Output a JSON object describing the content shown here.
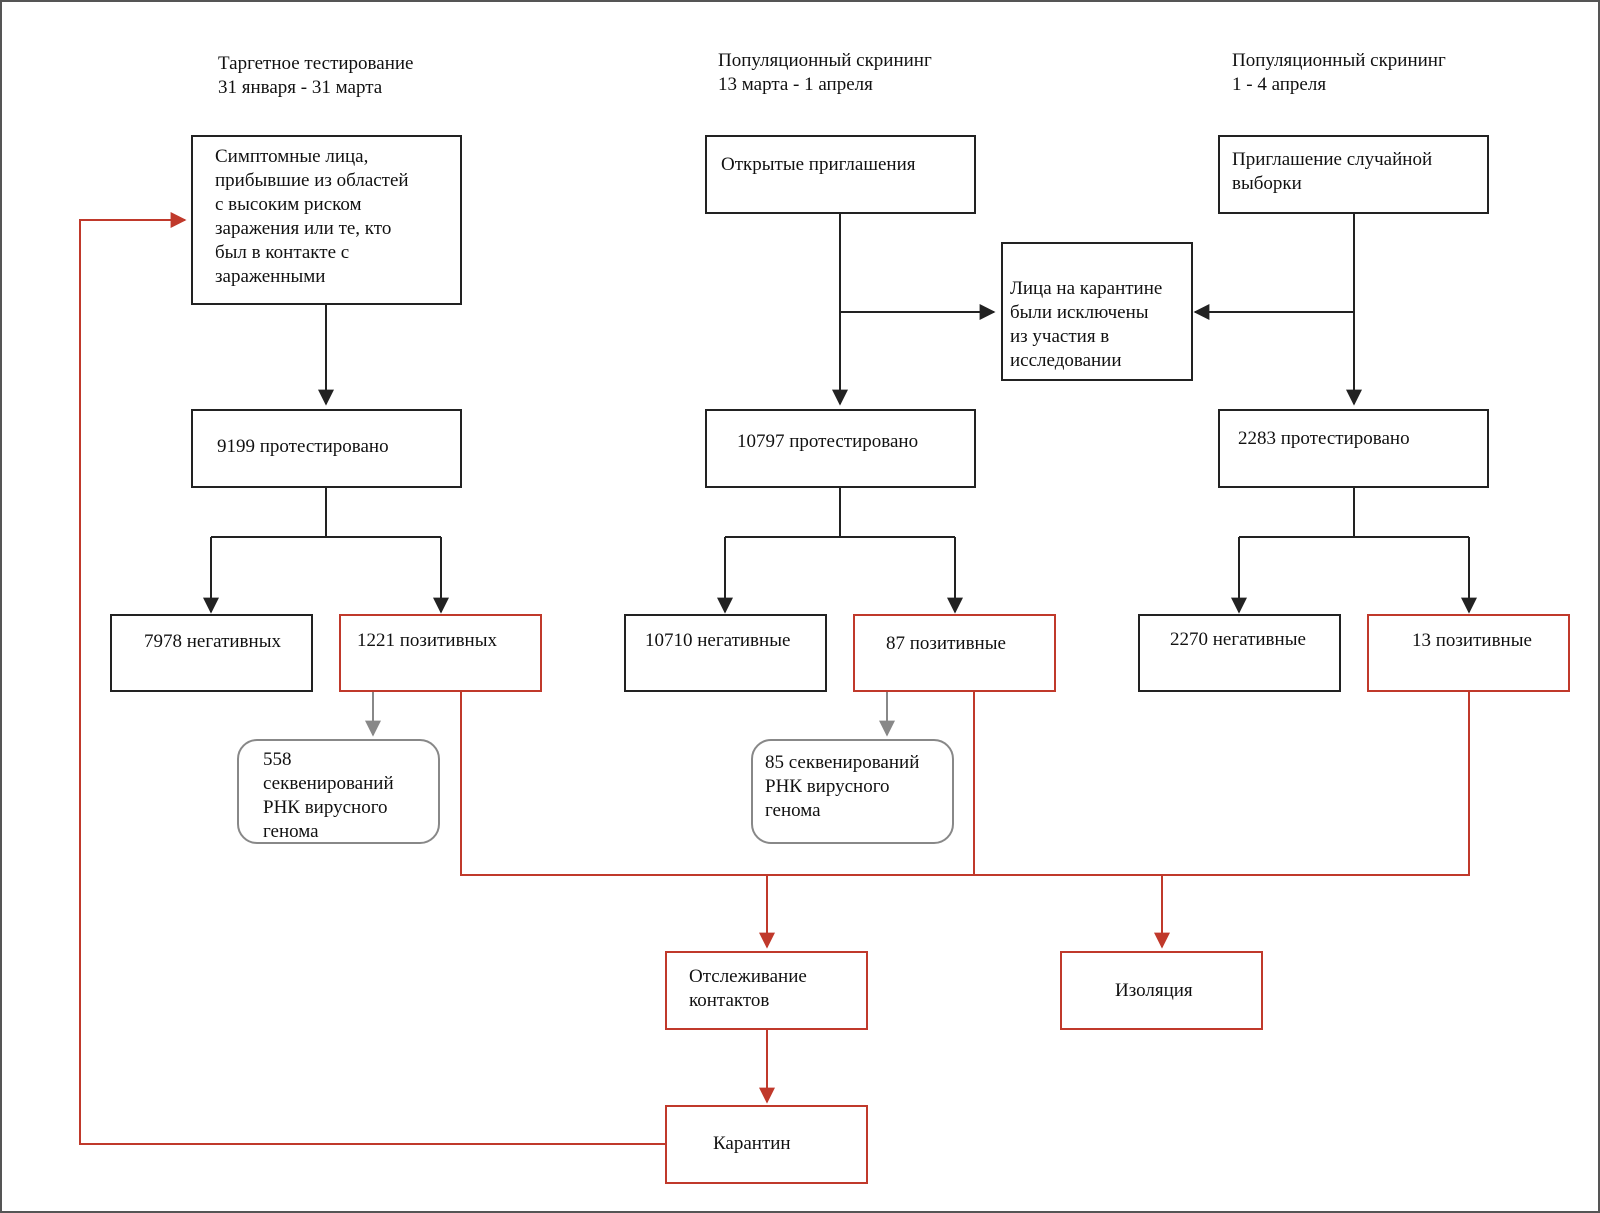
{
  "headers": {
    "targeted": {
      "title": "Таргетное тестирование",
      "dates": "31 января - 31 марта"
    },
    "screening_open": {
      "title": "Популяционный скрининг",
      "dates": "13 марта - 1 апреля"
    },
    "screening_random": {
      "title": "Популяционный скрининг",
      "dates": "1 - 4 апреля"
    }
  },
  "boxes": {
    "symptomatic": "Симптомные лица,\nприбывшие из областей\nс высоким риском\nзаражения или те, кто\nбыл в контакте с\nзараженными",
    "open_invitations": "Открытые приглашения",
    "random_invitation": "Приглашение случайной\nвыборки",
    "quarantined_excluded": "Лица на карантине\nбыли исключены\nиз участия в\nисследовании",
    "tested_1": "9199 протестировано",
    "tested_2": "10797 протестировано",
    "tested_3": "2283 протестировано",
    "negative_1": "7978 негативных",
    "positive_1": "1221 позитивных",
    "negative_2": "10710 негативные",
    "positive_2": "87 позитивные",
    "negative_3": "2270 негативные",
    "positive_3": "13 позитивные",
    "sequencing_1": "558\nсеквенирований\nРНК вирусного\nгенома",
    "sequencing_2": "85 секвенирований\nРНК вирусного\nгенома",
    "contact_tracing": "Отслеживание\nконтактов",
    "isolation": "Изоляция",
    "quarantine": "Карантин"
  },
  "colors": {
    "black_line": "#222222",
    "red_line": "#c0392b",
    "grey_line": "#888888"
  }
}
